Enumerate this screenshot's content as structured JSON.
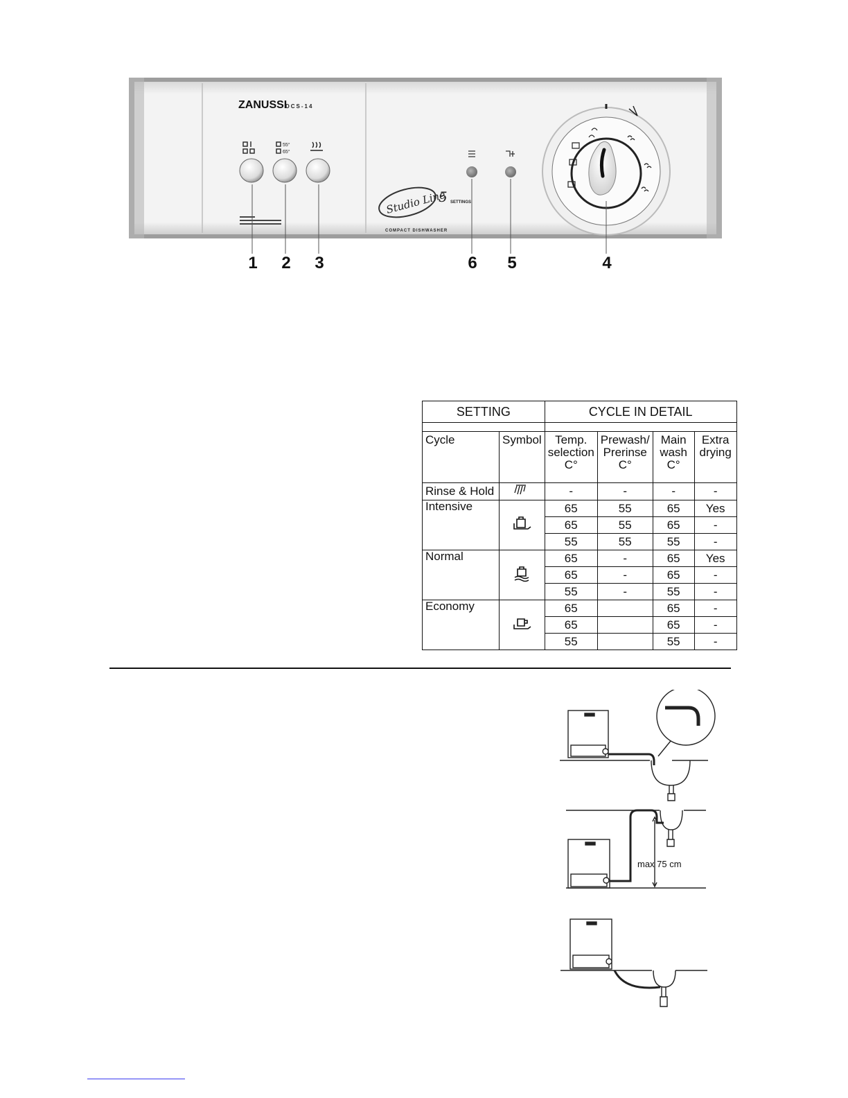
{
  "panel": {
    "brand": "ZANUSSI",
    "model": "DCS-14",
    "logo_text": "Studio Line",
    "settings_count": "5",
    "settings_word": "SETTINGS",
    "subtitle": "COMPACT DISHWASHER",
    "callouts": [
      "1",
      "2",
      "3",
      "6",
      "5",
      "4"
    ]
  },
  "table": {
    "header_setting": "SETTING",
    "header_detail": "CYCLE IN DETAIL",
    "col_cycle": "Cycle",
    "col_symbol": "Symbol",
    "col_temp": [
      "Temp.",
      "selection",
      "C°"
    ],
    "col_prewash": [
      "Prewash/",
      "Prerinse",
      "C°"
    ],
    "col_main": [
      "Main",
      "wash",
      "C°"
    ],
    "col_extra": [
      "Extra",
      "drying"
    ],
    "cycles": [
      {
        "name": "Rinse & Hold",
        "symbol": "rinse-hold-icon",
        "rows": [
          [
            "-",
            "-",
            "-",
            "-"
          ]
        ]
      },
      {
        "name": "Intensive",
        "symbol": "intensive-icon",
        "rows": [
          [
            "65",
            "55",
            "65",
            "Yes"
          ],
          [
            "65",
            "55",
            "65",
            "-"
          ],
          [
            "55",
            "55",
            "55",
            "-"
          ]
        ]
      },
      {
        "name": "Normal",
        "symbol": "normal-icon",
        "rows": [
          [
            "65",
            "-",
            "65",
            "Yes"
          ],
          [
            "65",
            "-",
            "65",
            "-"
          ],
          [
            "55",
            "-",
            "55",
            "-"
          ]
        ]
      },
      {
        "name": "Economy",
        "symbol": "economy-icon",
        "rows": [
          [
            "65",
            "",
            "65",
            "-"
          ],
          [
            "65",
            "",
            "65",
            "-"
          ],
          [
            "55",
            "",
            "55",
            "-"
          ]
        ]
      }
    ]
  },
  "drain": {
    "max_label": "max 75 cm"
  }
}
